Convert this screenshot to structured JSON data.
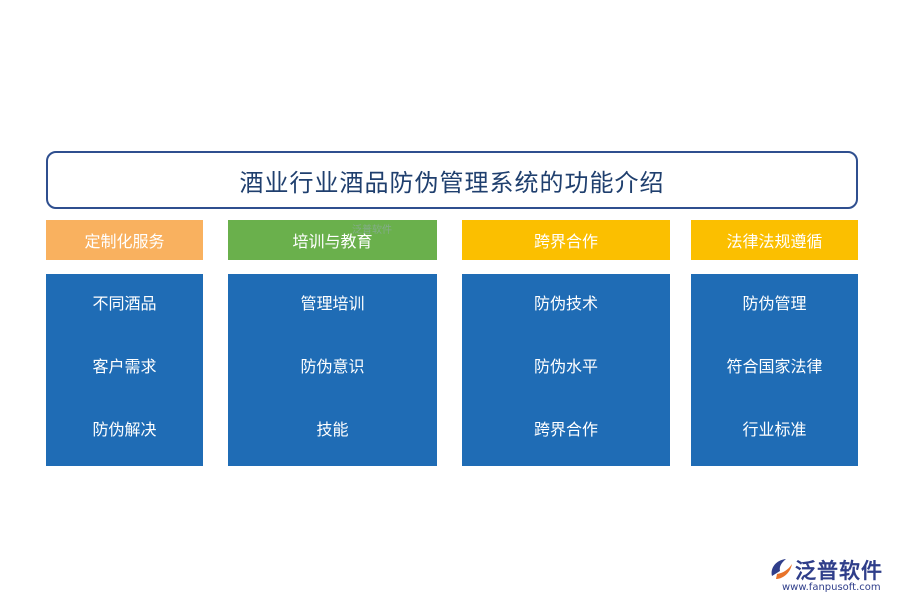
{
  "title": "酒业行业酒品防伪管理系统的功能介绍",
  "columns": [
    {
      "header": "定制化服务",
      "header_color": "#f9b15f",
      "items": [
        "不同酒品",
        "客户需求",
        "防伪解决"
      ]
    },
    {
      "header": "培训与教育",
      "header_color": "#6ab04c",
      "items": [
        "管理培训",
        "防伪意识",
        "技能"
      ]
    },
    {
      "header": "跨界合作",
      "header_color": "#fbbf00",
      "items": [
        "防伪技术",
        "防伪水平",
        "跨界合作"
      ]
    },
    {
      "header": "法律法规遵循",
      "header_color": "#fbbf00",
      "items": [
        "防伪管理",
        "符合国家法律",
        "行业标准"
      ]
    }
  ],
  "body_color": "#1f6cb5",
  "watermark": {
    "small": "泛普软件"
  },
  "logo": {
    "name": "泛普软件",
    "url": "www.fanpusoft.com",
    "icon": "fanpu-logo-icon",
    "color": "#2f3e8a"
  }
}
